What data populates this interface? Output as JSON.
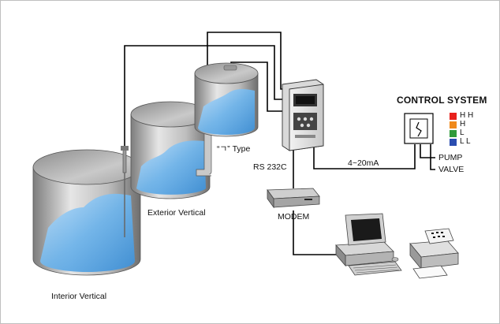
{
  "labels": {
    "control_system": "CONTROL SYSTEM",
    "rs232c": "RS 232C",
    "current_loop": "4~20mA",
    "modem": "MODEM",
    "pump": "PUMP",
    "valve": "VALVE",
    "interior_vertical": "Interior Vertical",
    "exterior_vertical": "Exterior Vertical",
    "type_label": "“ㄱ” Type"
  },
  "levels": [
    {
      "label": "H H",
      "color": "#e8211c"
    },
    {
      "label": "H",
      "color": "#f08a1c"
    },
    {
      "label": "L",
      "color": "#2f9a3a"
    },
    {
      "label": "L L",
      "color": "#2a4db0"
    }
  ],
  "colors": {
    "liquid": "#5aa7e6",
    "liquid_light": "#bfe0fa",
    "line": "#000000"
  }
}
